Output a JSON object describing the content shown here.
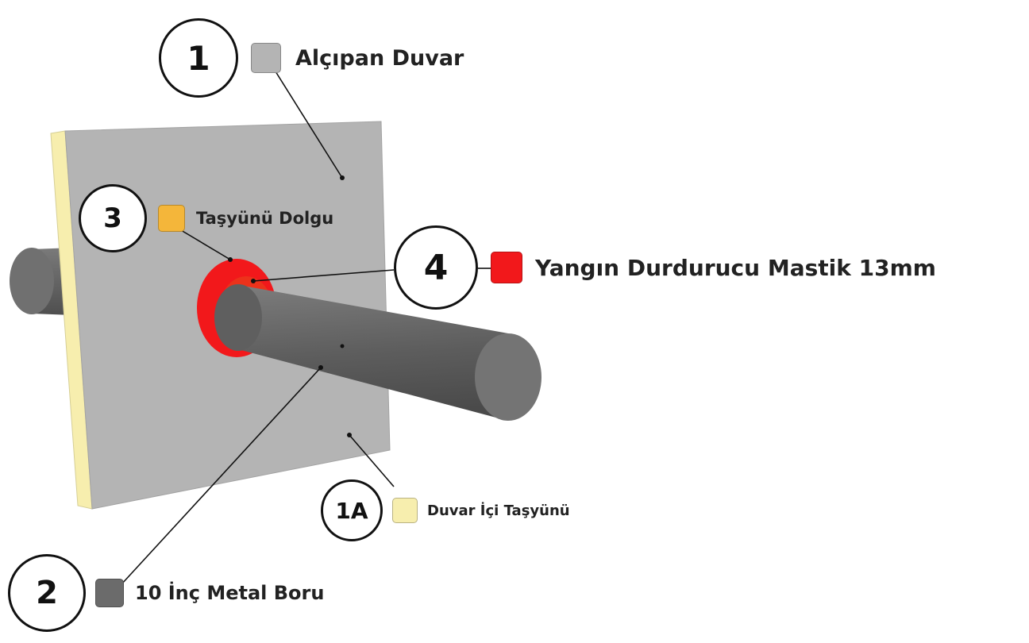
{
  "callouts": {
    "c1": {
      "number": "1",
      "label": "Alçıpan Duvar"
    },
    "c2": {
      "number": "2",
      "label": "10 İnç Metal Boru"
    },
    "c3": {
      "number": "3",
      "label": "Taşyünü Dolgu"
    },
    "c4": {
      "number": "4",
      "label": "Yangın Durdurucu Mastik 13mm"
    },
    "c1a": {
      "number": "1A",
      "label": "Duvar İçi Taşyünü"
    }
  },
  "colors": {
    "drywall": "#b4b4b4",
    "wall_insulation": "#f7eeae",
    "rockwool_fill": "#f4b63a",
    "sealant": "#f2181b",
    "pipe": "#6b6b6b"
  }
}
